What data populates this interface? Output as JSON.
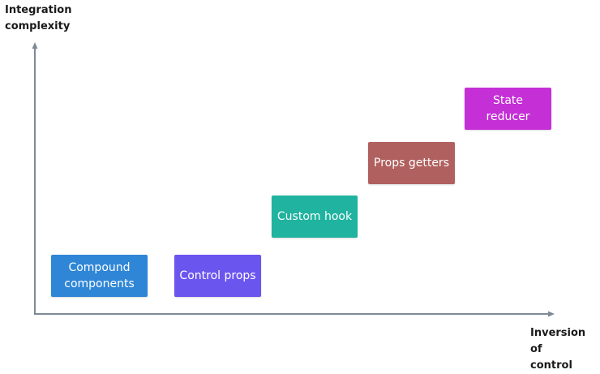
{
  "axes": {
    "y_label": "Integration\ncomplexity",
    "x_label": "Inversion of\ncontrol",
    "color": "#7d8a96"
  },
  "patterns": [
    {
      "label": "Compound\ncomponents",
      "color": "#2f86d6"
    },
    {
      "label": "Control props",
      "color": "#6a55ef"
    },
    {
      "label": "Custom hook",
      "color": "#1fb3a0"
    },
    {
      "label": "Props getters",
      "color": "#b0615f"
    },
    {
      "label": "State reducer",
      "color": "#c42fd6"
    }
  ]
}
